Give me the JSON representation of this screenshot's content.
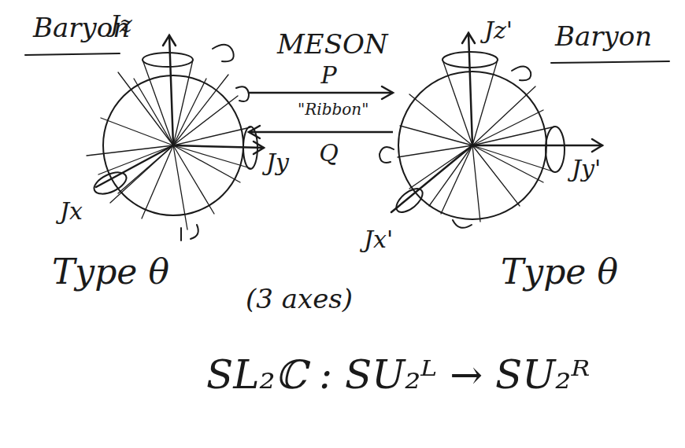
{
  "diagram": {
    "nodes": [
      {
        "text": [
          "Baryon"
        ]
      },
      {
        "text": [
          "Baryon"
        ]
      }
    ],
    "edges": [
      {
        "from": 0,
        "to": 1,
        "arrow": "to",
        "label": "P"
      },
      {
        "from": 1,
        "to": 0,
        "arrow": "to",
        "label": "Q"
      }
    ],
    "labels": [
      "MESON",
      "\"Ribbon\"",
      "Jz",
      "Jy",
      "Jx",
      "Jz'",
      "Jy'",
      "Jx'",
      "Type θ",
      "(3 axes)",
      "Type θ",
      "SL₂ℂ : SU₂ᴸ → SU₂ᴿ"
    ]
  }
}
